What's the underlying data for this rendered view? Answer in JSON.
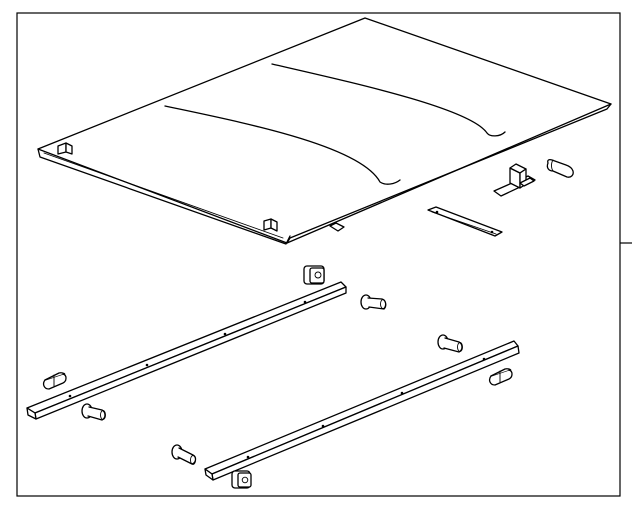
{
  "diagram": {
    "parts": [
      "tonneau-cover",
      "front-rail-clamp",
      "clamp-pin",
      "rear-seal-bracket",
      "left-side-rail",
      "right-side-rail",
      "rail-clip",
      "rail-bolt"
    ],
    "callouts": []
  }
}
